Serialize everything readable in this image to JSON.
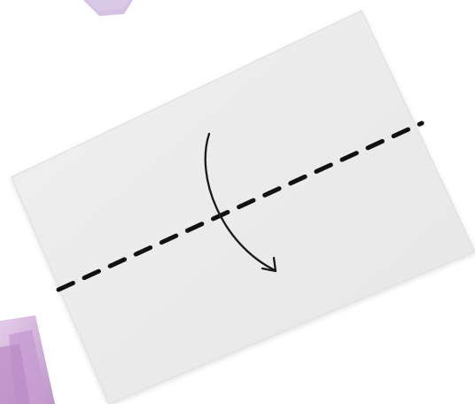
{
  "image": {
    "subject": "origami-fold-instruction",
    "colors": {
      "background": "#ffffff",
      "paper": "#ececec",
      "paper_edge": "#dcdcdc",
      "fold_line": "#111111",
      "arrow": "#1a1a1a",
      "accent_lavender": "#c9a9d6",
      "accent_pink": "#d6a7c8"
    },
    "elements": {
      "fold_line": {
        "style": "dashed"
      },
      "arrow": {
        "direction": "fold-down-toward-viewer"
      }
    }
  }
}
